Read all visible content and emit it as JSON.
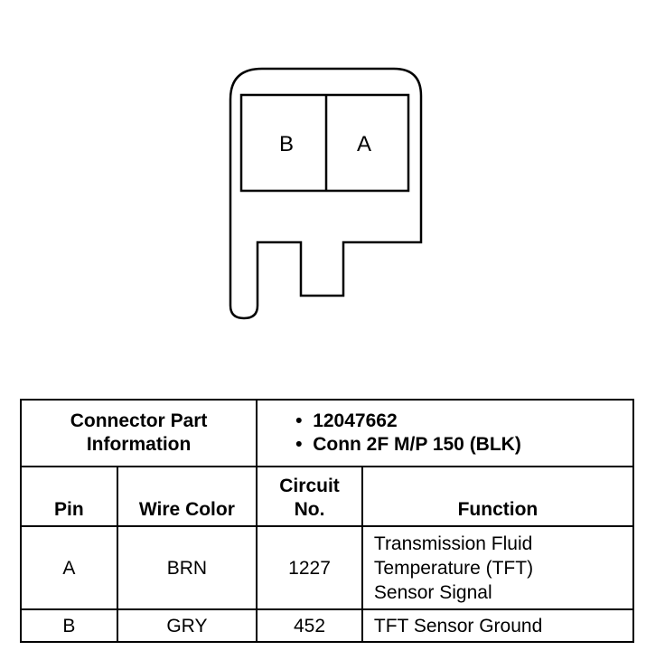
{
  "connector": {
    "cavity_labels": [
      "B",
      "A"
    ]
  },
  "part_info": {
    "label_line1": "Connector Part",
    "label_line2": "Information",
    "items": [
      "12047662",
      "Conn 2F M/P 150 (BLK)"
    ]
  },
  "table": {
    "headers": {
      "pin": "Pin",
      "wire_color": "Wire Color",
      "circuit_line1": "Circuit",
      "circuit_line2": "No.",
      "function": "Function"
    },
    "rows": [
      {
        "pin": "A",
        "wire_color": "BRN",
        "circuit": "1227",
        "function_lines": [
          "Transmission Fluid",
          "Temperature (TFT)",
          "Sensor Signal"
        ]
      },
      {
        "pin": "B",
        "wire_color": "GRY",
        "circuit": "452",
        "function_lines": [
          "TFT Sensor Ground"
        ]
      }
    ]
  }
}
